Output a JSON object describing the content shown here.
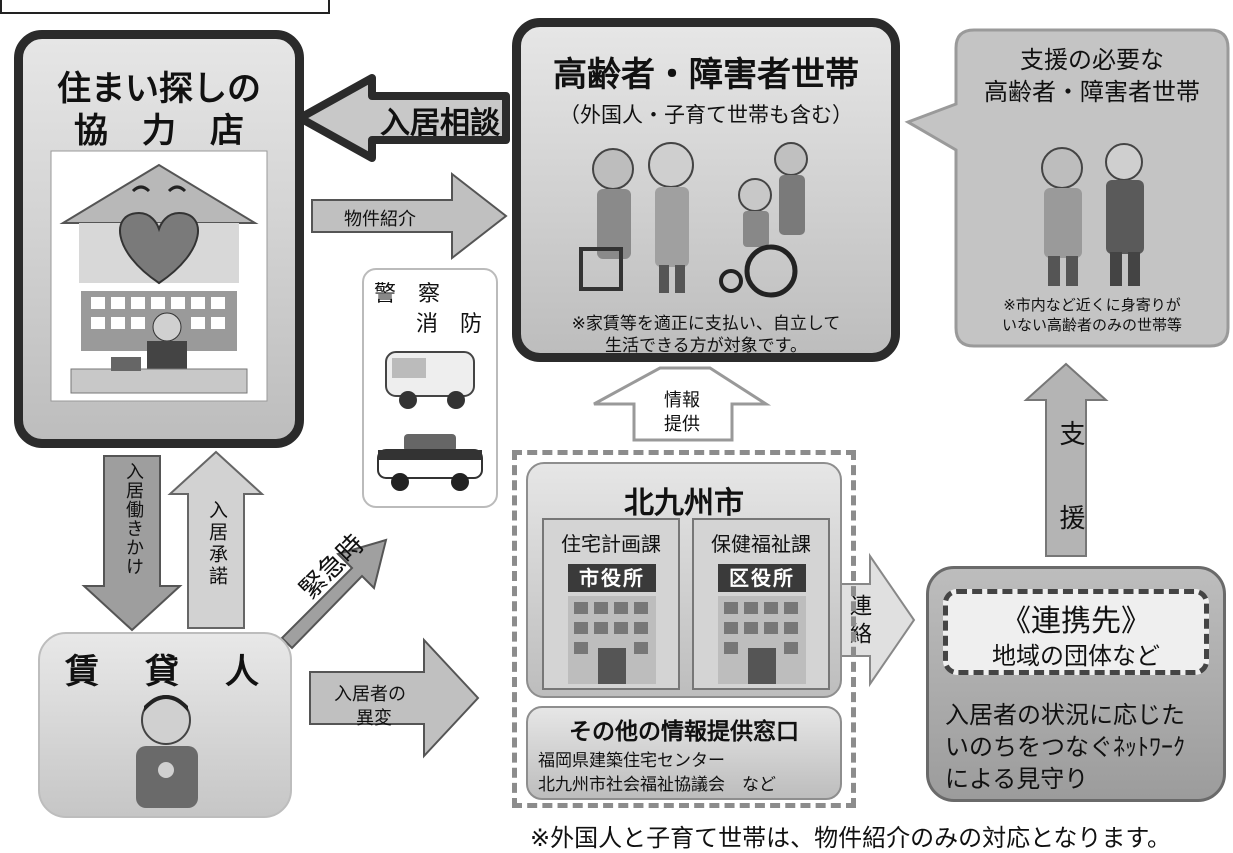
{
  "top_left_box": "",
  "shop": {
    "title_line1": "住まい探しの",
    "title_line2": "協　力　店"
  },
  "household": {
    "title": "高齢者・障害者世帯",
    "subtitle": "（外国人・子育て世帯も含む）",
    "note_line1": "※家賃等を適正に支払い、自立して",
    "note_line2": "生活できる方が対象です。"
  },
  "support_household": {
    "title_line1": "支援の必要な",
    "title_line2": "高齢者・障害者世帯",
    "note_line1": "※市内など近くに身寄りが",
    "note_line2": "いない高齢者のみの世帯等"
  },
  "arrows": {
    "consult": "入居相談",
    "introduce": "物件紹介",
    "info_line1": "情報",
    "info_line2": "提供",
    "support": "支　援",
    "work_on": "入居働きかけ",
    "accept": "入居承諾",
    "emergency": "緊急時",
    "change_line1": "入居者の",
    "change_line2": "異変",
    "contact": "連絡"
  },
  "police": {
    "line1": "警　察",
    "line2": "消　防"
  },
  "landlord": {
    "title": "賃　貸　人"
  },
  "city": {
    "title": "北九州市",
    "dept1": "住宅計画課",
    "dept2": "保健福祉課",
    "sign1": "市役所",
    "sign2": "区役所"
  },
  "other_windows": {
    "title": "その他の情報提供窓口",
    "line1": "福岡県建築住宅センター",
    "line2": "北九州市社会福祉協議会　など"
  },
  "partner": {
    "title": "《連携先》",
    "subtitle": "地域の団体など",
    "desc_line1": "入居者の状況に応じた",
    "desc_line2": "いのちをつなぐﾈｯﾄﾜｰｸ",
    "desc_line3": "による見守り"
  },
  "footer_note": "※外国人と子育て世帯は、物件紹介のみの対応となります。"
}
